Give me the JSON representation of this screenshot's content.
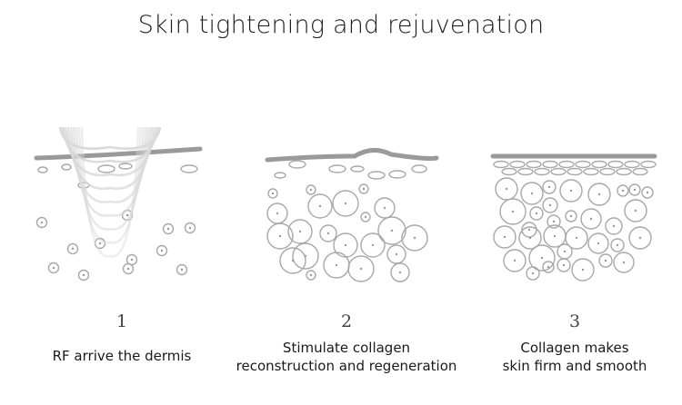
{
  "title": "Skin tightening and rejuvenation",
  "steps": [
    {
      "number": "1",
      "caption": "RF arrive the dermis"
    },
    {
      "number": "2",
      "caption_line1": "Stimulate collagen",
      "caption_line2": "reconstruction and regeneration"
    },
    {
      "number": "3",
      "caption_line1": "Collagen makes",
      "caption_line2": "skin firm and smooth"
    }
  ],
  "colors": {
    "skin_surface": "#9a9a9a",
    "cell_outline": "#a8a8a8",
    "text": "#1a1a1a"
  }
}
